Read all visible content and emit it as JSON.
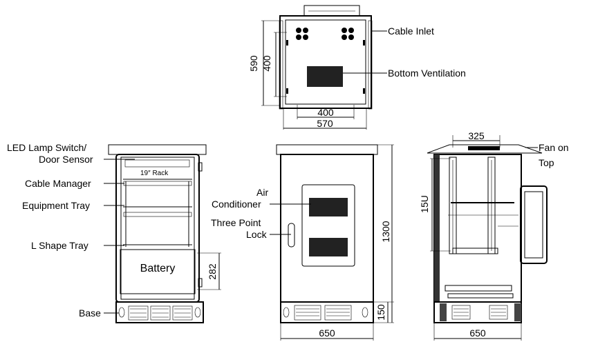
{
  "top_view": {
    "labels": {
      "cable_inlet": "Cable Inlet",
      "bottom_ventilation": "Bottom Ventilation"
    },
    "dims": {
      "depth_outer": "590",
      "depth_inner": "400",
      "width_inner": "400",
      "width_outer": "570"
    }
  },
  "front_view": {
    "labels": {
      "led_lamp_switch": "LED  Lamp Switch/",
      "door_sensor": "Door Sensor",
      "cable_manager": "Cable Manager",
      "equipment_tray": "Equipment Tray",
      "l_shape_tray": "L  Shape Tray",
      "base": "Base",
      "rack": "19″ Rack",
      "battery": "Battery"
    },
    "dims": {
      "battery_height": "282"
    }
  },
  "side_view": {
    "labels": {
      "air_conditioner_1": "Air",
      "air_conditioner_2": "Conditioner",
      "three_point_lock_1": "Three Point",
      "three_point_lock_2": "Lock"
    },
    "dims": {
      "height": "1300",
      "base_height": "150",
      "width": "650"
    }
  },
  "rear_view": {
    "labels": {
      "fan_on_top_1": "Fan on",
      "fan_on_top_2": "Top"
    },
    "dims": {
      "fan_width": "325",
      "rack_units": "15U",
      "width": "650"
    }
  }
}
